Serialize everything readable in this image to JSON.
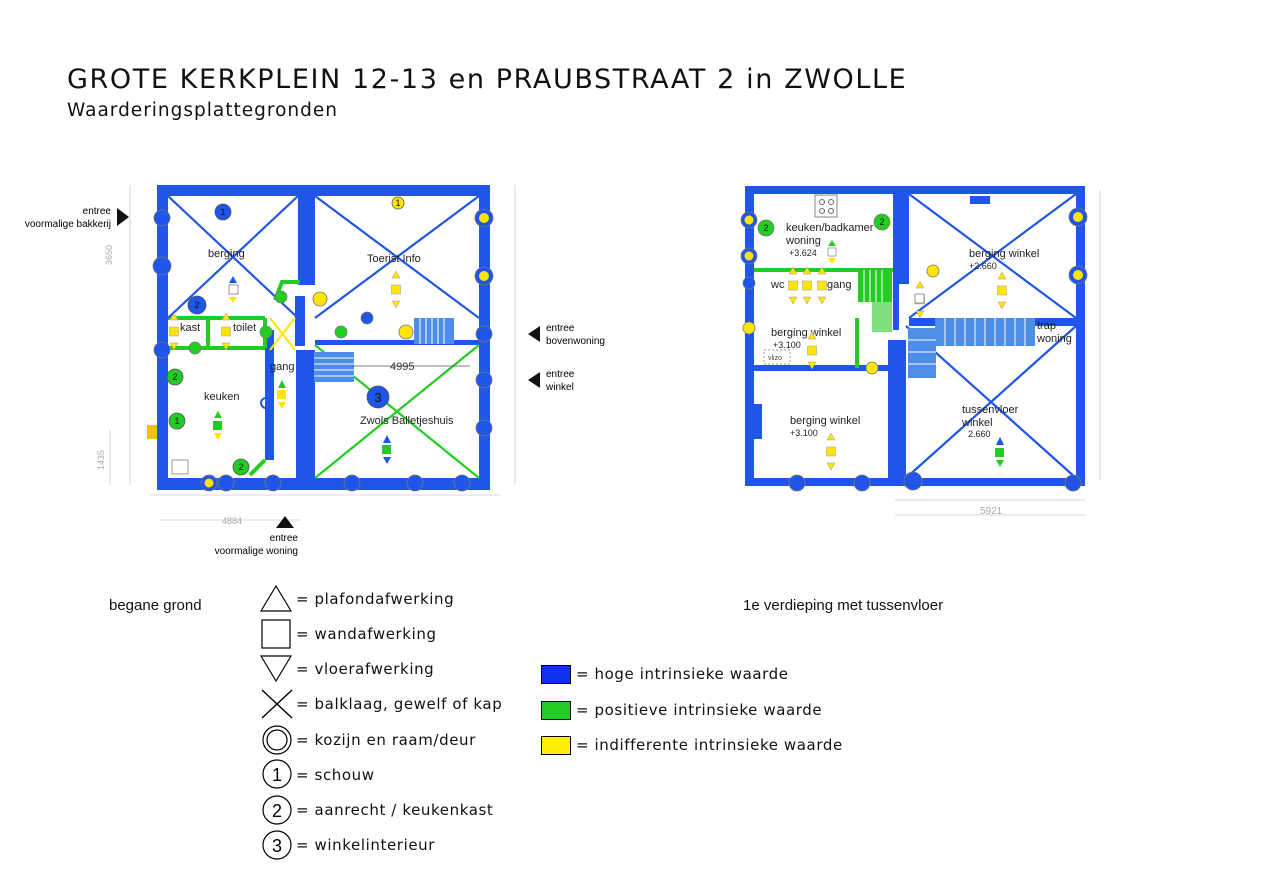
{
  "header": {
    "title": "GROTE KERKPLEIN 12-13 en PRAUBSTRAAT 2 in ZWOLLE",
    "subtitle": "Waarderingsplattegronden"
  },
  "floors": {
    "ground_label": "begane grond",
    "first_label": "1e verdieping met tussenvloer"
  },
  "ground_plan": {
    "rooms": {
      "berging": "berging",
      "toerist": "Toerist Info",
      "kast": "kast",
      "toilet": "toilet",
      "gang": "gang",
      "keuken": "keuken",
      "balletjeshuis": "Zwols Balletjeshuis"
    },
    "dimensions": {
      "d4995": "4995",
      "d4884": "4884",
      "d1435": "1435",
      "d3650": "3650"
    },
    "entrances": {
      "bakkerij_1": "entree",
      "bakkerij_2": "voormalige bakkerij",
      "boven_1": "entree",
      "boven_2": "bovenwoning",
      "winkel_1": "entree",
      "winkel_2": "winkel",
      "woning_1": "entree",
      "woning_2": "voormalige woning"
    },
    "numbers": {
      "n1": "1",
      "n2": "2",
      "n3": "3"
    }
  },
  "first_plan": {
    "rooms": {
      "keuken": "keuken/badkamer",
      "woning": "woning",
      "level_woning": "+3.624",
      "wc": "wc",
      "gang": "gang",
      "berging_w1": "berging winkel",
      "level_w1": "+2.660",
      "berging_w2": "berging winkel",
      "level_w2": "+3.100",
      "berging_w3": "berging winkel",
      "level_w3": "+3.100",
      "trap": "trap",
      "trap_woning": "woning",
      "tussenvloer": "tussenvloer",
      "tussen_winkel": "winkel",
      "level_tussen": "2.660",
      "vlizo": "vlizo"
    },
    "dimensions": {
      "d5921": "5921"
    },
    "numbers": {
      "n2": "2"
    }
  },
  "legend": {
    "symbols": [
      {
        "symbol": "triangle-up-icon",
        "text": "= plafondafwerking"
      },
      {
        "symbol": "square-icon",
        "text": "= wandafwerking"
      },
      {
        "symbol": "triangle-down-icon",
        "text": "= vloerafwerking"
      },
      {
        "symbol": "cross-icon",
        "text": "= balklaag, gewelf of kap"
      },
      {
        "symbol": "double-circle-icon",
        "text": "= kozijn en raam/deur"
      },
      {
        "symbol": "circle-1-icon",
        "label": "1",
        "text": "= schouw"
      },
      {
        "symbol": "circle-2-icon",
        "label": "2",
        "text": "= aanrecht / keukenkast"
      },
      {
        "symbol": "circle-3-icon",
        "label": "3",
        "text": "= winkelinterieur"
      }
    ],
    "values": [
      {
        "color": "#1133ee",
        "text": "= hoge intrinsieke waarde"
      },
      {
        "color": "#22cc22",
        "text": "= positieve intrinsieke waarde"
      },
      {
        "color": "#ffee00",
        "text": "= indifferente intrinsieke waarde"
      }
    ]
  },
  "colors": {
    "blue": "#1f55e8",
    "green": "#22cc22",
    "yellow": "#ffe600",
    "stair": "#4d8fe8"
  }
}
